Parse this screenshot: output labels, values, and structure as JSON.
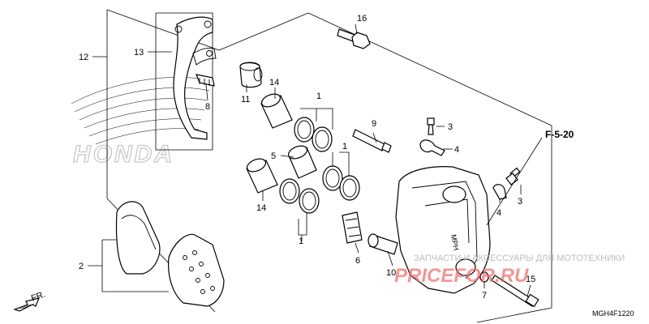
{
  "callouts": {
    "c1a": "1",
    "c1b": "1",
    "c1c": "1",
    "c2": "2",
    "c3a": "3",
    "c3b": "3",
    "c4a": "4",
    "c4b": "4",
    "c5": "5",
    "c6": "6",
    "c7": "7",
    "c8": "8",
    "c9": "9",
    "c10": "10",
    "c11": "11",
    "c12": "12",
    "c13": "13",
    "c14a": "14",
    "c14b": "14",
    "c15": "15",
    "c16": "16"
  },
  "section_ref": "F-5-20",
  "front_label": "FR.",
  "diagram_code": "MGH4F1220",
  "brand_watermark": "HONDA",
  "caliper_mark": "MPH",
  "watermark_text": "ЗАПЧАСТИ И АКСЕССУАРЫ ДЛЯ МОТОТЕХНИКИ",
  "watermark_logo": "PRICEFOR.RU",
  "colors": {
    "line": "#000000",
    "watermark_grey": "#bdbdbd",
    "watermark_red": "#ef6a6a"
  }
}
